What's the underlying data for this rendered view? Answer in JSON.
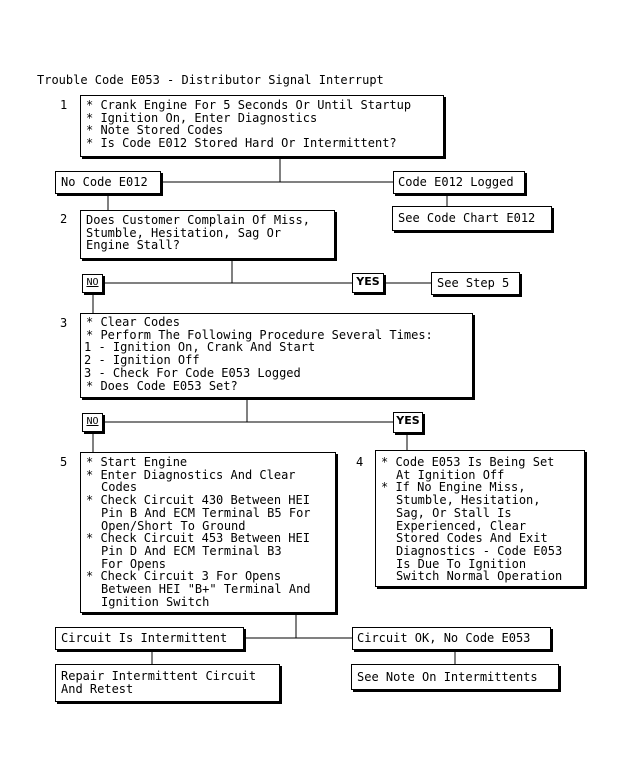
{
  "title": "Trouble Code E053 - Distributor Signal Interrupt",
  "step_numbers": {
    "s1": "1",
    "s2": "2",
    "s3": "3",
    "s4": "4",
    "s5": "5"
  },
  "step1": {
    "lines": [
      "* Crank Engine For 5 Seconds Or Until Startup",
      "* Ignition On, Enter Diagnostics",
      "* Note Stored Codes",
      "* Is Code E012 Stored Hard Or Intermittent?"
    ]
  },
  "branch1": {
    "left": "No Code E012",
    "right": "Code E012 Logged",
    "right_result": "See Code Chart E012"
  },
  "step2": {
    "lines": [
      "Does Customer Complain Of Miss,",
      "Stumble, Hesitation, Sag Or",
      "Engine Stall?"
    ]
  },
  "branch2": {
    "no": "NO",
    "yes": "YES",
    "yes_result": "See Step 5"
  },
  "step3": {
    "lines": [
      "* Clear Codes",
      "* Perform The Following Procedure Several Times:",
      "1 - Ignition On, Crank And Start",
      "2 - Ignition Off",
      "3 - Check For Code E053 Logged",
      "* Does Code E053 Set?"
    ]
  },
  "branch3": {
    "no": "NO",
    "yes": "YES"
  },
  "step5": {
    "items": [
      {
        "first": "* Start Engine",
        "cont": []
      },
      {
        "first": "* Enter Diagnostics And Clear",
        "cont": [
          "Codes"
        ]
      },
      {
        "first": "* Check Circuit 430 Between HEI",
        "cont": [
          "Pin B And ECM Terminal B5 For",
          "Open/Short To Ground"
        ]
      },
      {
        "first": "* Check Circuit 453 Between HEI",
        "cont": [
          "Pin D And ECM Terminal B3",
          "For Opens"
        ]
      },
      {
        "first": "* Check Circuit 3 For Opens",
        "cont": [
          "Between HEI \"B+\" Terminal And",
          "Ignition Switch"
        ]
      }
    ]
  },
  "step4": {
    "items": [
      {
        "first": "* Code E053 Is Being Set",
        "cont": [
          "At Ignition Off"
        ]
      },
      {
        "first": "* If No Engine Miss,",
        "cont": [
          "Stumble, Hesitation,",
          "Sag, Or Stall Is",
          "Experienced, Clear",
          "Stored Codes And Exit",
          "Diagnostics - Code E053",
          "Is Due To Ignition",
          "Switch Normal Operation"
        ]
      }
    ]
  },
  "branch5": {
    "left": "Circuit Is Intermittent",
    "right": "Circuit OK, No Code E053",
    "left_result_lines": [
      "Repair Intermittent Circuit",
      "And Retest"
    ],
    "right_result": "See Note On Intermittents"
  }
}
